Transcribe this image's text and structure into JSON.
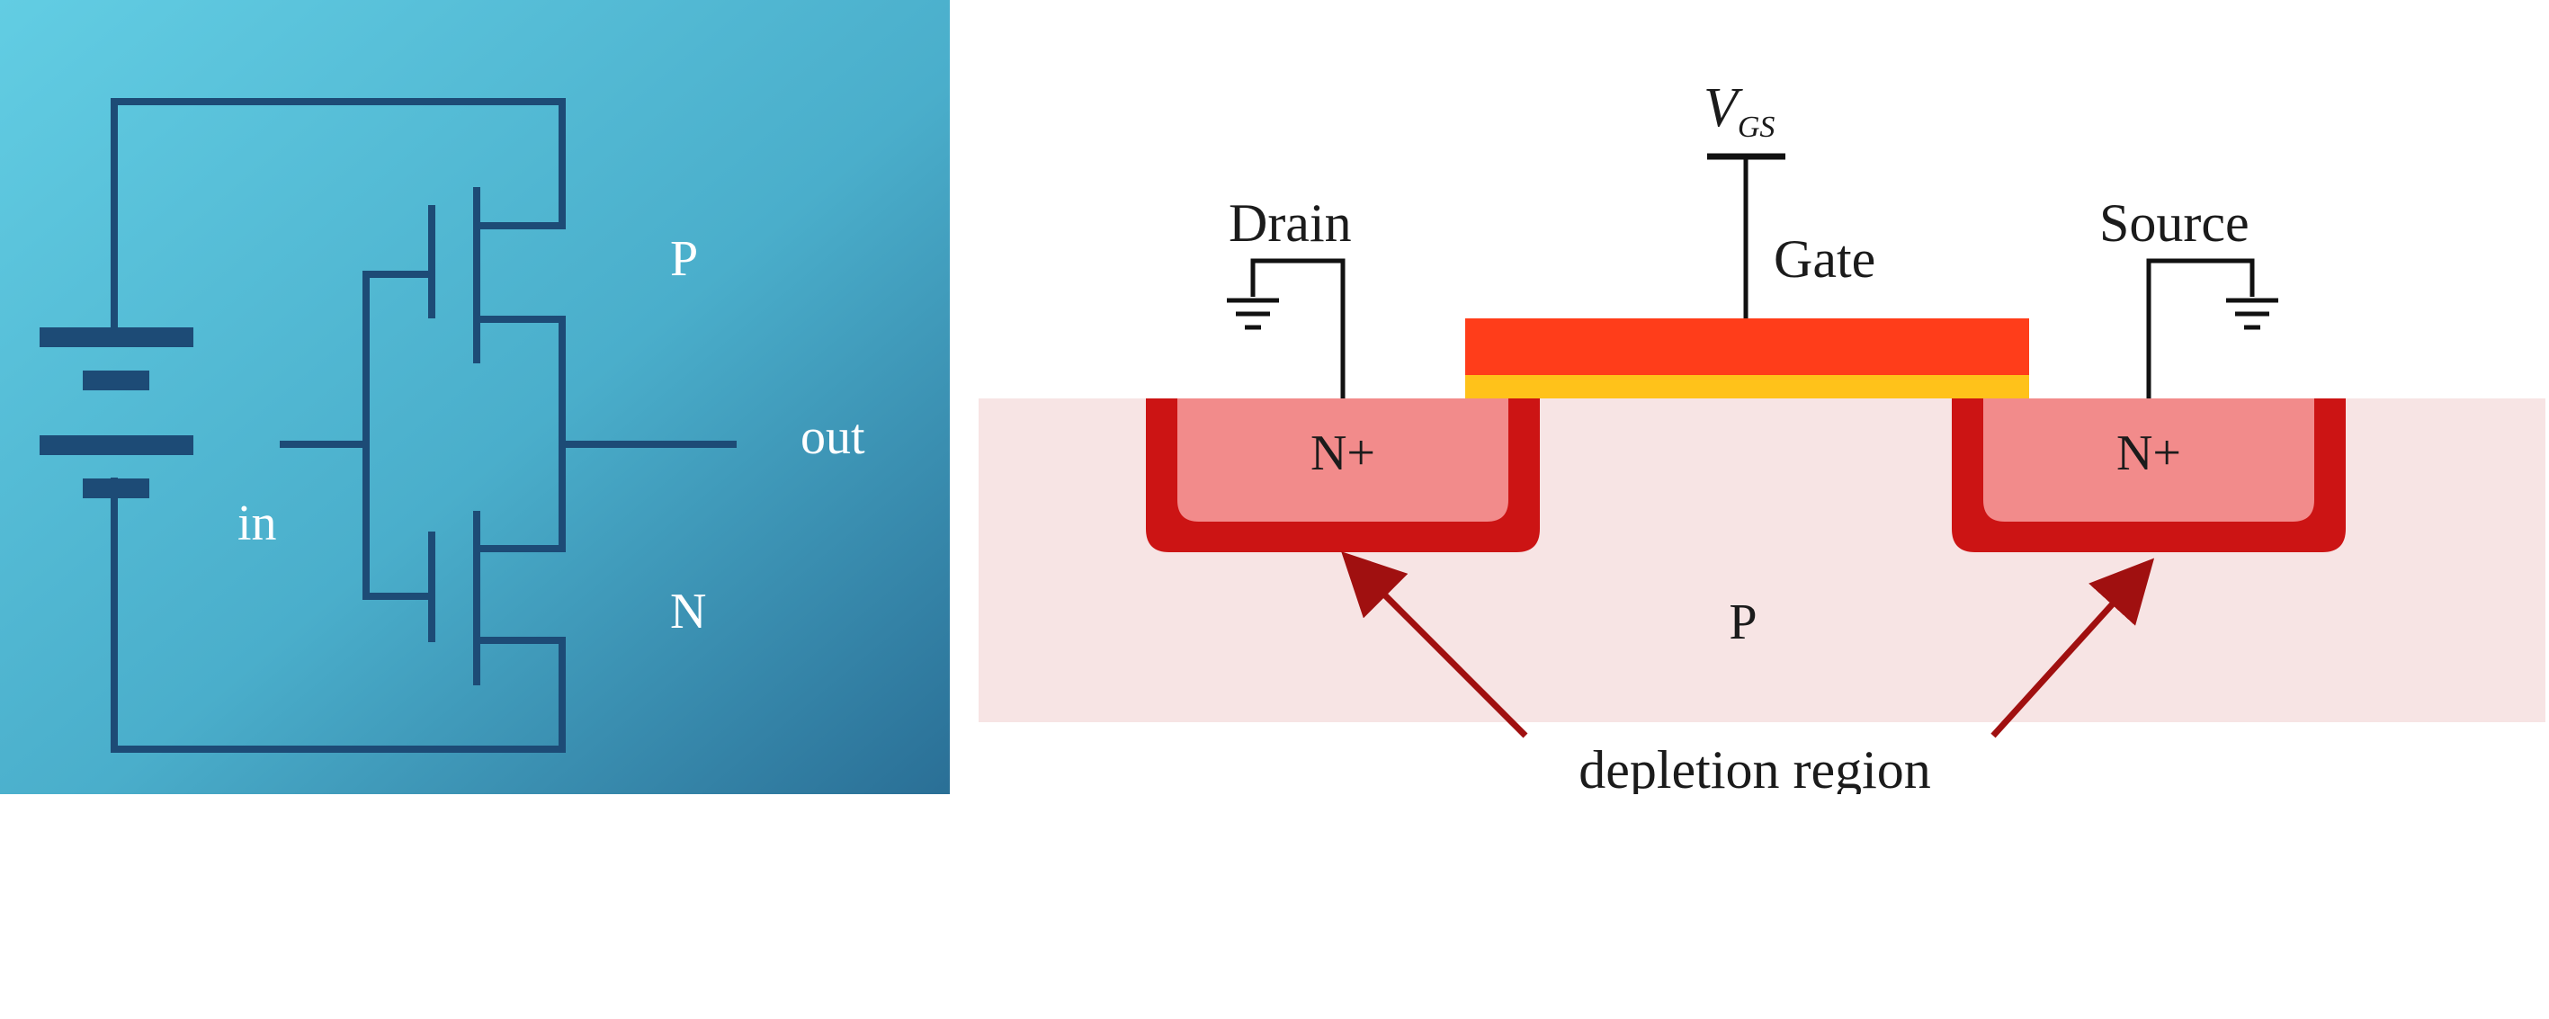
{
  "cmos_inverter": {
    "label_p": "P",
    "label_n": "N",
    "label_in": "in",
    "label_out": "out"
  },
  "mosfet": {
    "label_vgs_main": "V",
    "label_vgs_sub": "GS",
    "label_drain": "Drain",
    "label_gate": "Gate",
    "label_source": "Source",
    "label_drain_region": "N+",
    "label_source_region": "N+",
    "label_substrate": "P",
    "label_depletion": "depletion region"
  },
  "colors": {
    "cmos_bg_light": "#5ec8df",
    "cmos_bg_dark": "#2e7aa0",
    "cmos_wire": "#1d4b76",
    "substrate": "#f7e4e4",
    "n_plus": "#f28b8b",
    "depletion": "#cc1414",
    "gate_metal": "#ff3d1a",
    "gate_oxide": "#ffc21a",
    "arrow": "#a01010"
  }
}
